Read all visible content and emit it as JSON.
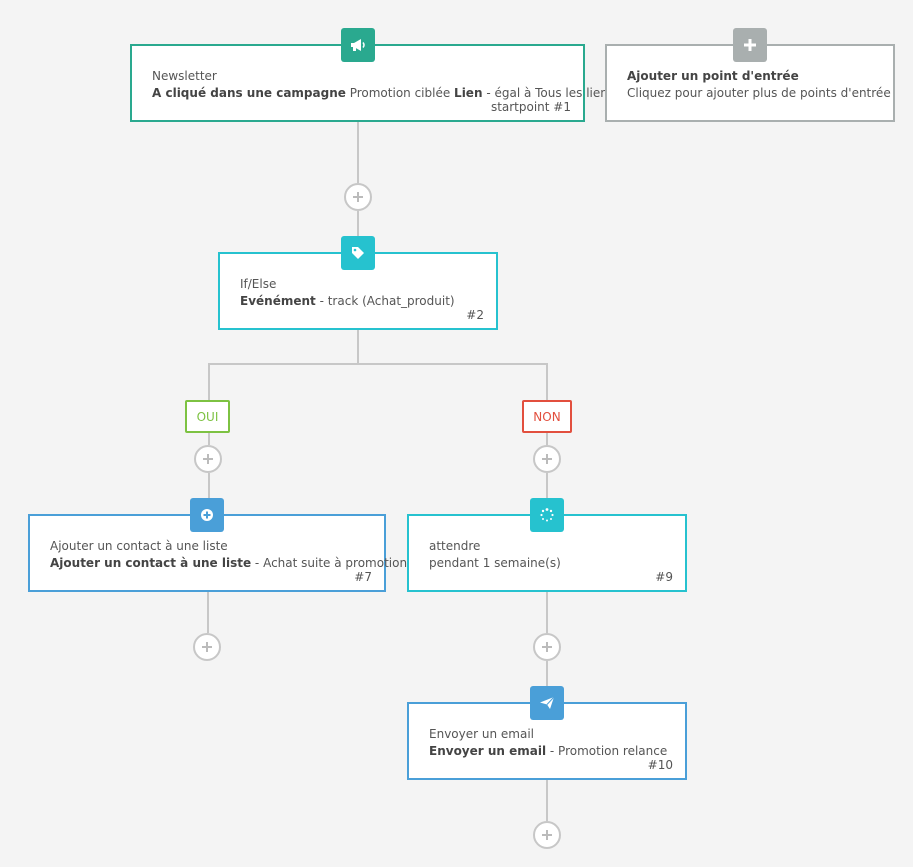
{
  "nodes": {
    "newsletter": {
      "type": "Newsletter",
      "line_bold1": "A cliqué dans une campagne",
      "line_text1": " Promotion ciblée ",
      "line_bold2": "Lien",
      "line_text2": " - égal à Tous les liens",
      "number": "startpoint #1",
      "icon": "megaphone-icon"
    },
    "add_entry": {
      "title": "Ajouter un point d'entrée",
      "subtitle": "Cliquez pour ajouter plus de points d'entrée",
      "icon": "plus-icon"
    },
    "ifelse": {
      "type": "If/Else",
      "bold": "Evénément",
      "text": " - track (Achat_produit)",
      "number": "#2",
      "icon": "tag-icon"
    },
    "add_contact": {
      "type": "Ajouter un contact à une liste",
      "bold": "Ajouter un contact à une liste",
      "text": " - Achat suite à promotion",
      "number": "#7",
      "icon": "plus-circle-icon"
    },
    "wait": {
      "type": "attendre",
      "text": "pendant 1 semaine(s)",
      "number": "#9",
      "icon": "spinner-icon"
    },
    "send_email": {
      "type": "Envoyer un email",
      "bold": "Envoyer un email",
      "text": " - Promotion relance",
      "number": "#10",
      "icon": "paper-plane-icon"
    }
  },
  "branches": {
    "yes": "OUI",
    "no": "NON"
  },
  "colors": {
    "green": "#2aa98f",
    "gray": "#a9afaf",
    "teal": "#26c2cf",
    "blue": "#4a9fd8",
    "yes": "#7dc242",
    "no": "#e24f3e",
    "connector": "#c7c7c7"
  }
}
